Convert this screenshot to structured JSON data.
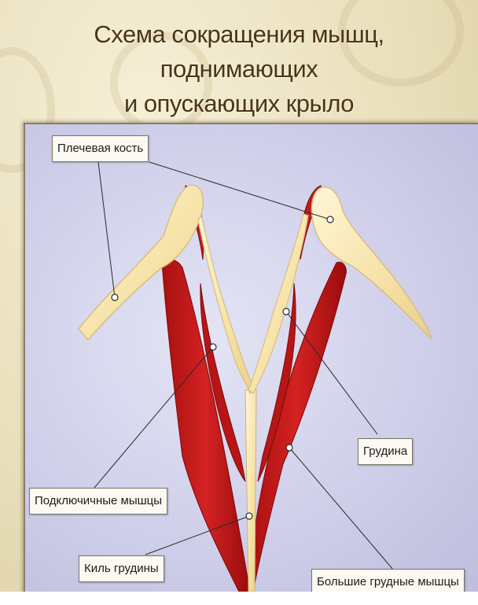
{
  "title_line1": "Схема сокращения мышц, поднимающих",
  "title_line2": "и опускающих крыло",
  "labels": {
    "humerus": "Плечевая кость",
    "sternum": "Грудина",
    "subclavian": "Подключичные мышцы",
    "keel": "Киль грудины",
    "pectoral": "Большие грудные мышцы"
  },
  "colors": {
    "bone": "#f7e7b0",
    "muscle": "#c31a1a",
    "title": "#4a3417"
  }
}
